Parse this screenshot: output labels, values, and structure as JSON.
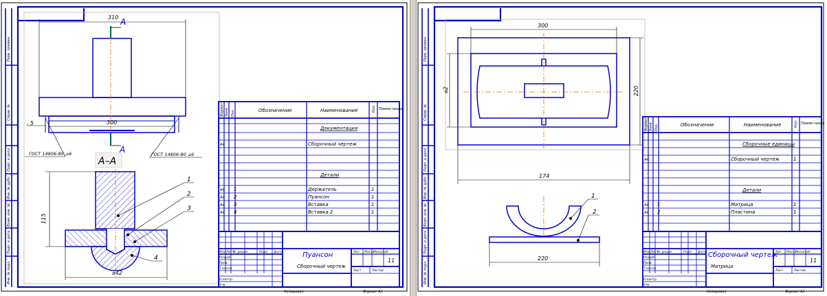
{
  "colors": {
    "frame": "#0000c8",
    "dim": "#000000",
    "centerline": "#e07000",
    "cut": "#007060",
    "sheet": "#ffffff",
    "divider": "#d4d0c8"
  },
  "left": {
    "dims": {
      "top": "310",
      "mid": "300",
      "height": "115",
      "bottom": "⌀42",
      "weld_leg": "5"
    },
    "section_marks": [
      "А",
      "А"
    ],
    "section_title": "А–А",
    "weld_notes": [
      "ГОСТ 14806-80 ⊿6",
      "ГОСТ 14806-80 ⊿6"
    ],
    "callouts": [
      "1",
      "2",
      "3",
      "4"
    ],
    "spec_headers": [
      "Формат",
      "Зона",
      "Поз.",
      "Обозначение",
      "Наименование",
      "Кол.",
      "Приме-чание"
    ],
    "spec_rows": [
      {
        "fmt": "",
        "pos": "",
        "name": "Документация",
        "qty": "",
        "heading": true
      },
      {
        "fmt": "А4",
        "pos": "",
        "name": "Сборочный чертеж",
        "qty": "",
        "heading": false
      },
      {
        "fmt": "",
        "pos": "",
        "name": "Детали",
        "qty": "",
        "heading": true
      },
      {
        "fmt": "А4",
        "pos": "1",
        "name": "Держатель",
        "qty": "1",
        "heading": false
      },
      {
        "fmt": "А4",
        "pos": "2",
        "name": "Пуансон",
        "qty": "1",
        "heading": false
      },
      {
        "fmt": "А4",
        "pos": "3",
        "name": "Вставка",
        "qty": "1",
        "heading": false
      },
      {
        "fmt": "А4",
        "pos": "4",
        "name": "Вставка 2",
        "qty": "1",
        "heading": false
      }
    ],
    "title_block": {
      "name": "Пуансон",
      "doc_type": "Сборочный чертеж",
      "sheet_no": "11",
      "copied": "Копировал",
      "format": "Формат А3"
    }
  },
  "right": {
    "dims": {
      "top": "300",
      "right": "220",
      "left": "⌀2",
      "wide": "174",
      "bottom": "220"
    },
    "callouts": [
      "1",
      "2"
    ],
    "spec_headers": [
      "Формат",
      "Зона",
      "Поз.",
      "Обозначение",
      "Наименование",
      "Кол.",
      "Приме-чание"
    ],
    "spec_rows": [
      {
        "fmt": "",
        "pos": "",
        "name": "Сборочные единицы",
        "qty": "",
        "heading": true
      },
      {
        "fmt": "А4",
        "pos": "",
        "name": "Сборочный чертеж",
        "qty": "1",
        "heading": false
      },
      {
        "fmt": "",
        "pos": "",
        "name": "Детали",
        "qty": "",
        "heading": true
      },
      {
        "fmt": "А4",
        "pos": "1",
        "name": "Матрица",
        "qty": "1",
        "heading": false
      },
      {
        "fmt": "А4",
        "pos": "2",
        "name": "Пластина",
        "qty": "1",
        "heading": false
      }
    ],
    "title_block": {
      "name": "Сборочный чертеж",
      "doc_type": "Матрица",
      "sheet_no": "11",
      "copied": "Копировал",
      "format": "Формат А3"
    }
  },
  "stamp_labels": [
    "Изм.",
    "Лист",
    "№ докум.",
    "Подп.",
    "Дата",
    "Разраб.",
    "Пров.",
    "Т.контр.",
    "Н.контр.",
    "Утв."
  ],
  "block_labels": [
    "Лит.",
    "Масса",
    "Масштаб",
    "Лист",
    "Листов"
  ],
  "margin_labels": [
    "Перв. примен.",
    "Справ. №",
    "Подп. и дата",
    "Инв. № дубл.",
    "Взам. инв. №",
    "Подп. и дата",
    "Инв. № подл."
  ]
}
